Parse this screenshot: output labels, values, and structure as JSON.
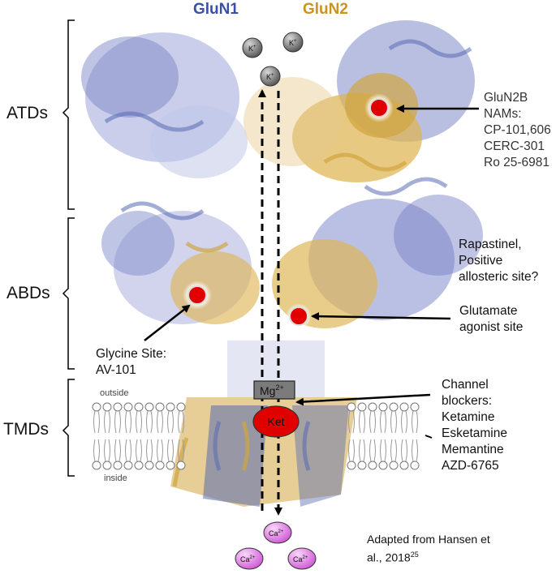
{
  "header": {
    "left_label": "GluN1",
    "right_label": "GluN2"
  },
  "regions": {
    "atd": "ATDs",
    "abd": "ABDs",
    "tmd": "TMDs"
  },
  "membrane": {
    "outside": "outside",
    "inside": "inside"
  },
  "ions": {
    "k": "K",
    "k_charge": "+",
    "ca": "Ca",
    "ca_charge": "2+",
    "mg": "Mg",
    "mg_charge": "2+",
    "ket": "Ket"
  },
  "annotations": {
    "glun2b": [
      "GluN2B",
      "NAMs:",
      "CP-101,606",
      "CERC-301",
      "Ro 25-6981"
    ],
    "rapastinel": [
      "Rapastinel,",
      "Positive",
      "allosteric site?"
    ],
    "glutamate": [
      "Glutamate",
      "agonist site"
    ],
    "glycine": [
      "Glycine Site:",
      "AV-101"
    ],
    "channel": [
      "Channel",
      "blockers:",
      "Ketamine",
      "Esketamine",
      "Memantine",
      "AZD-6765"
    ]
  },
  "credit": {
    "line1": "Adapted from Hansen et",
    "line2": "al., 2018",
    "ref": "25"
  },
  "colors": {
    "glun1": "#3a50a6",
    "glun2": "#c9951e",
    "site": "#e00000",
    "calcium": "#e48ae6",
    "potassium": "#7a7a7a"
  }
}
